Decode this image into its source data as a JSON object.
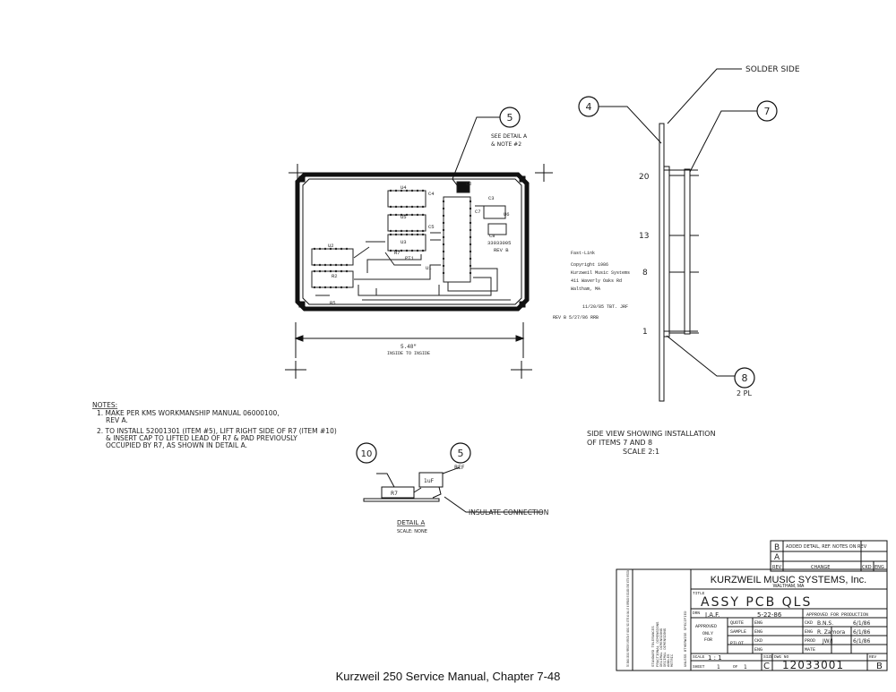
{
  "notes": {
    "heading": "NOTES:",
    "note1_line1": "1. MAKE PER KMS WORKMANSHIP MANUAL 06000100,",
    "note1_line2": "REV A.",
    "note2_line1": "2. TO INSTALL 52001301 (ITEM #5), LIFT RIGHT SIDE OF R7 (ITEM #10)",
    "note2_line2": "& INSERT CAP TO LIFTED LEAD OF R7 & PAD PREVIOUSLY",
    "note2_line3": "OCCUPIED BY R7, AS SHOWN IN DETAIL A."
  },
  "balloons": {
    "item5_top": "5",
    "item4": "4",
    "item7": "7",
    "item8": "8",
    "item10": "10",
    "item5_detail": "5"
  },
  "board": {
    "see_detail_line1": "SEE DETAIL A",
    "see_detail_line2": "& NOTE #2",
    "part_number": "33033005",
    "rev": "REV B",
    "refs": {
      "u4": "U4",
      "c4": "C4",
      "u5": "U5",
      "c5": "C5",
      "u3": "U3",
      "c8": "C8",
      "u6": "U6",
      "c3": "C3",
      "r7": "R7",
      "pt": "PT1",
      "u1": "U1",
      "r5": "R5",
      "u2": "U2",
      "r2": "R2",
      "c7": "C7",
      "c2": "C2"
    },
    "dimension": "5.48\"",
    "dimension_sub": "INSIDE TO INSIDE"
  },
  "copyright_block": {
    "l1": "Fast-Link",
    "l2": "Copyright 1986",
    "l3": "Kurzweil Music Systems",
    "l4": "411 Waverly Oaks Rd",
    "l5": "Waltham, MA",
    "l6": "11/20/85 TBT. JRF",
    "l7": "REV B  5/27/86 RRB"
  },
  "side_view": {
    "solder_side": "SOLDER SIDE",
    "pins": [
      "20",
      "13",
      "8",
      "1"
    ],
    "qty": "2 PL",
    "caption1": "SIDE VIEW SHOWING INSTALLATION",
    "caption2": "OF ITEMS 7 AND 8",
    "caption3": "SCALE 2:1"
  },
  "detail_a": {
    "r7": "R7",
    "cap": "1uF",
    "ref": "REF",
    "insulate": "INSULATE CONNECTION",
    "title": "DETAIL A",
    "scale": "SCALE: NONE"
  },
  "revision_block": {
    "rev_b": "B",
    "rev_a": "A",
    "change_b": "ADDED DETAIL, REF. NOTES ON REV",
    "col_rev": "REV",
    "col_change": "CHANGE",
    "col_ckd": "CKD",
    "col_eng": "ENG"
  },
  "title_block": {
    "company": "KURZWEIL MUSIC SYSTEMS, Inc.",
    "city": "WALTHAM, MA",
    "title_label": "TITLE",
    "title": "ASSY PCB QLS",
    "drn_label": "DRN",
    "drn": "J.A.F.",
    "drn_date": "5-22-86",
    "approved_for_production": "APPROVED FOR PRODUCTION",
    "approved_only": "APPROVED",
    "approved_only2": "ONLY",
    "approved_only3": "FOR",
    "quote": "QUOTE",
    "sample": "SAMPLE",
    "pilot": "PILOT",
    "eng": "ENG",
    "ckd": "CKD",
    "ckd_row": "CKD",
    "ckd_sig": "B.N.S.",
    "ckd_date": "6/1/86",
    "eng_row": "ENG",
    "eng_sig": "R. Zamora",
    "eng_date": "6/1/86",
    "prod_row": "PROD",
    "prod_sig": "JW/J",
    "prod_date": "6/1/86",
    "mate_row": "MATE",
    "scale_label": "SCALE",
    "scale": "1 : 1",
    "size_label": "SIZE",
    "size": "C",
    "dwg_label": "DWG NO",
    "dwg_no": "12033001",
    "rev_label": "REV",
    "rev": "B",
    "sheet_label": "SHEET",
    "sheet": "1",
    "of_label": "OF",
    "of": "1",
    "tolerances_head": "STANDARD TOLERANCES",
    "tol1": "FRACTIONAL DIMENSIONS",
    "tol2": "DECIMAL DIMENSIONS",
    "tol3": "DECIMAL DIMENSIONS",
    "tol4": "ANGLES",
    "tol5": "METRIC",
    "tol_unless": "UNLESS OTHERWISE SPECIFIED",
    "proprietary": "THIS DRAWING CONTAINS PROPRIETARY INFORMATION OF KURZWEIL MUSIC SYSTEMS AND SHALL NOT BE REPRODUCED OR DISCLOSED WITHOUT WRITTEN PERMISSION"
  },
  "footer": {
    "caption": "Kurzweil 250 Service Manual, Chapter 7-48"
  }
}
